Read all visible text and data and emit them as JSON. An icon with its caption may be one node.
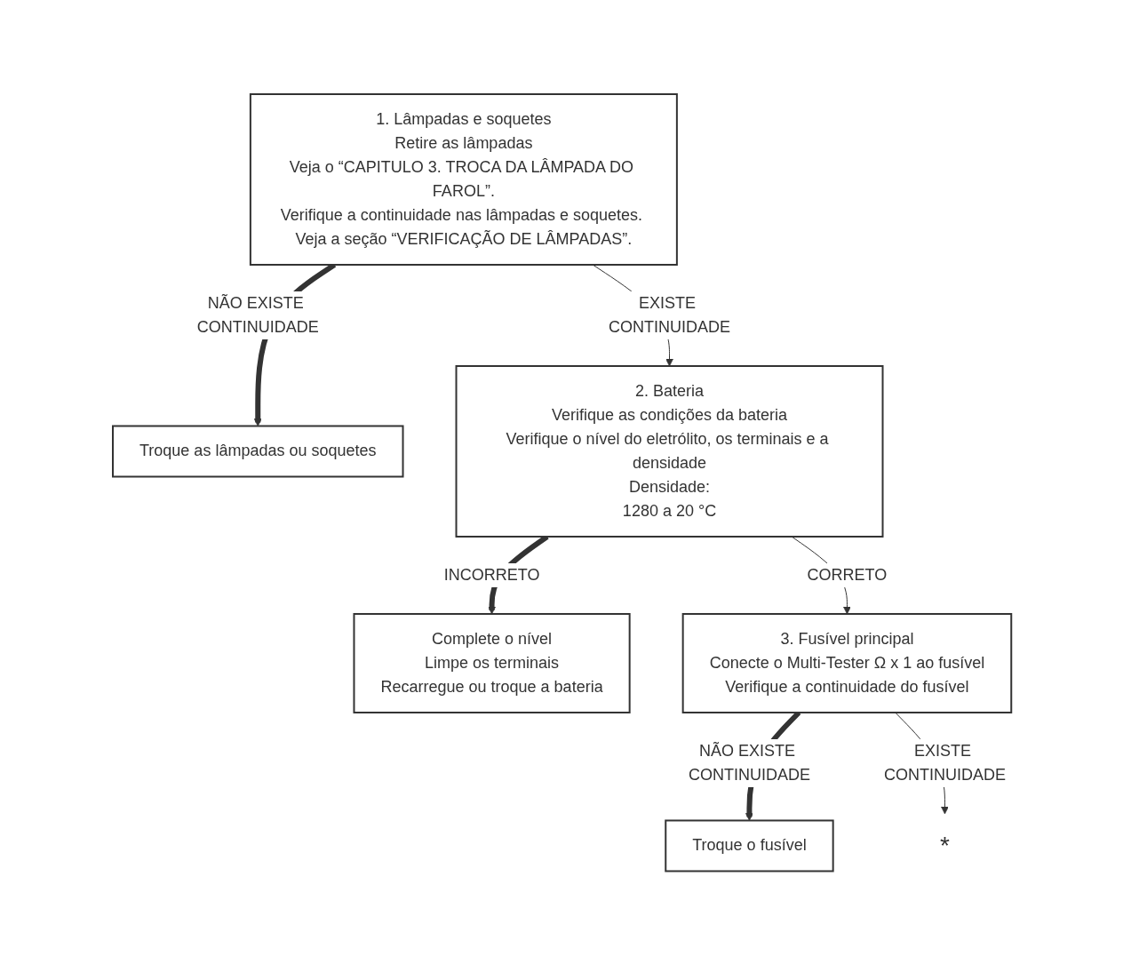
{
  "diagram": {
    "nodes": [
      {
        "text": [
          "1. Lâmpadas e soquetes",
          "Retire as lâmpadas",
          "Veja o “CAPITULO 3. TROCA DA LÂMPADA DO FAROL”.",
          "Verifique a continuidade nas lâmpadas e soquetes. Veja a seção “VERIFICAÇÃO DE LÂMPADAS”."
        ]
      },
      {
        "text": [
          "Troque as lâmpadas ou soquetes"
        ]
      },
      {
        "text": [
          "2. Bateria",
          "Verifique as condições da bateria",
          "Verifique o nível do eletrólito, os terminais e a densidade",
          "Densidade:",
          "1280 a 20 °C"
        ]
      },
      {
        "text": [
          "Complete o nível",
          "Limpe os terminais",
          "Recarregue ou troque a bateria"
        ]
      },
      {
        "text": [
          "3. Fusível principal",
          "Conecte o Multi-Tester Ω x 1 ao fusível",
          "Verifique a continuidade do fusível"
        ]
      },
      {
        "text": [
          "Troque o fusível"
        ]
      },
      {
        "text": [
          "*"
        ]
      }
    ],
    "edges": [
      {
        "from": 0,
        "to": 1,
        "arrow": "to",
        "label": "NÃO EXISTE CONTINUIDADE",
        "style": "thick"
      },
      {
        "from": 0,
        "to": 2,
        "arrow": "to",
        "label": "EXISTE CONTINUIDADE"
      },
      {
        "from": 2,
        "to": 3,
        "arrow": "to",
        "label": "INCORRETO",
        "style": "thick"
      },
      {
        "from": 2,
        "to": 4,
        "arrow": "to",
        "label": "CORRETO"
      },
      {
        "from": 4,
        "to": 5,
        "arrow": "to",
        "label": "NÃO EXISTE CONTINUIDADE",
        "style": "thick"
      },
      {
        "from": 4,
        "to": 6,
        "arrow": "to",
        "label": "EXISTE CONTINUIDADE"
      }
    ]
  }
}
